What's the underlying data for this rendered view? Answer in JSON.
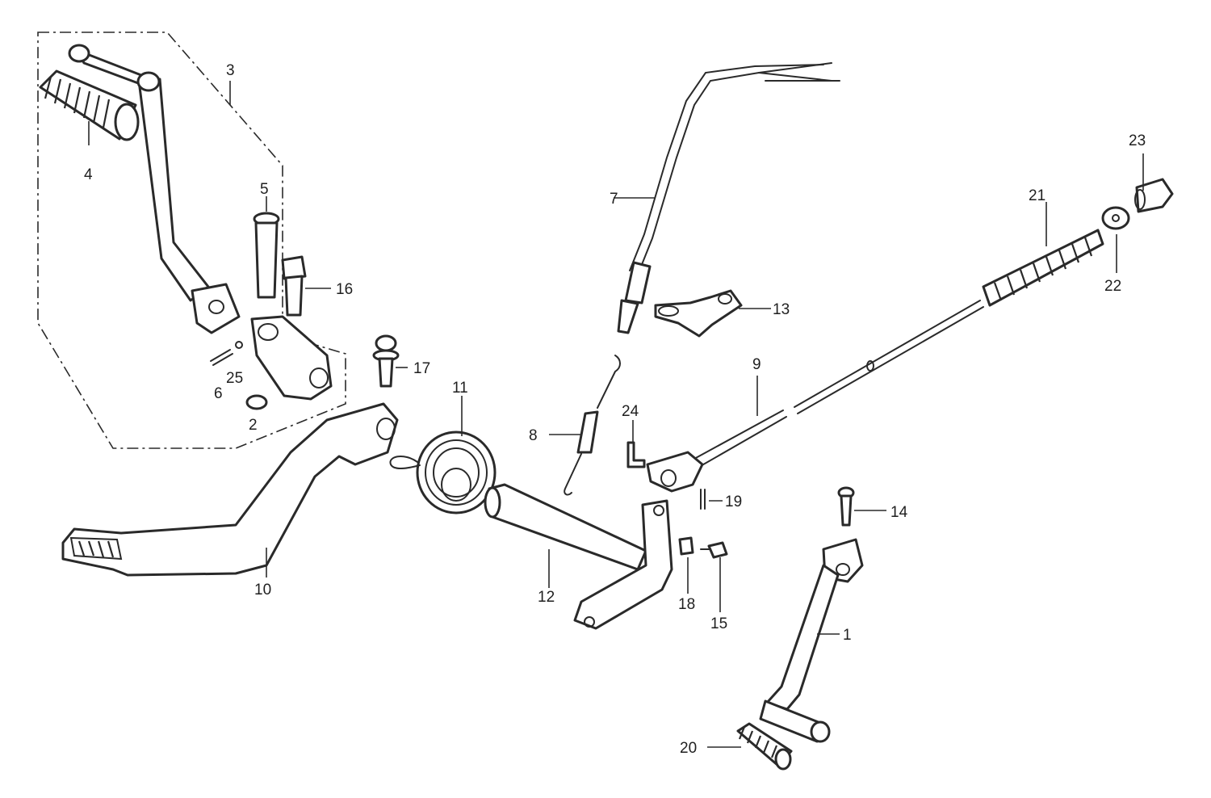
{
  "diagram": {
    "type": "exploded parts diagram",
    "subject": "kick starter, brake pedal and cable assembly",
    "callouts": {
      "p1": "1",
      "p2": "2",
      "p3": "3",
      "p4": "4",
      "p5": "5",
      "p6": "6",
      "p7": "7",
      "p8": "8",
      "p9": "9",
      "p10": "10",
      "p11": "11",
      "p12": "12",
      "p13": "13",
      "p14": "14",
      "p15": "15",
      "p16": "16",
      "p17": "17",
      "p18": "18",
      "p19": "19",
      "p20": "20",
      "p21": "21",
      "p22": "22",
      "p23": "23",
      "p24": "24",
      "p25": "25"
    },
    "line_color": "#2a2a2a",
    "background": "#ffffff"
  }
}
